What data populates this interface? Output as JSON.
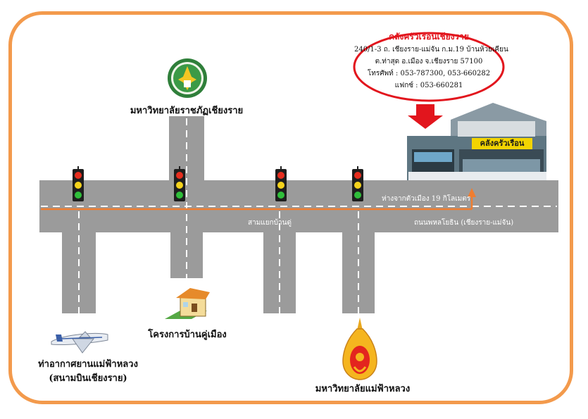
{
  "colors": {
    "frame": "#f39a4c",
    "road": "#9b9b9b",
    "lane_mark": "#ffffff",
    "route_line": "#ef7d2f",
    "callout_border": "#e2151d",
    "callout_title": "#e2151d",
    "arrow": "#e2151d"
  },
  "store": {
    "title": "คลังครัวเรือนเชียงราย",
    "address_line1": "240/1-3 ถ. เชียงราย-แม่จัน ก.ม.19 บ้านห้วยเคียน",
    "address_line2": "ต.ท่าสุด อ.เมือง จ.เชียงราย 57100",
    "phone": "โทรศัพท์ : 053-787300, 053-660282",
    "fax": "แฟกซ์ : 053-660281",
    "sign": "คลังครัวเรือน"
  },
  "landmarks": {
    "crru": "มหาวิทยาลัยราชภัฏเชียงราย",
    "airport_line1": "ท่าอากาศยานแม่ฟ้าหลวง",
    "airport_line2": "(สนามบินเชียงราย)",
    "housing": "โครงการบ้านคู่เมือง",
    "mfu": "มหาวิทยาลัยแม่ฟ้าหลวง"
  },
  "roads": {
    "distance": "ห่างจากตัวเมือง 19 กิโลเมตร",
    "junction": "สามแยกบ้านดู่",
    "highway": "ถนนพหลโยธิน (เชียงราย-แม่จัน)"
  },
  "icons": {
    "traffic_light": "traffic-light-icon",
    "seal_crru": "crru-seal-icon",
    "seal_mfu": "mfu-seal-icon",
    "airplane": "airplane-icon",
    "house": "house-icon",
    "store_building": "store-building-icon",
    "down_arrow": "down-arrow-icon"
  }
}
